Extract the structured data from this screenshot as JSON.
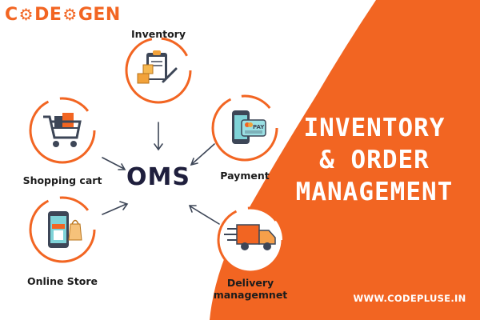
{
  "brand": {
    "logo_text_left": "C",
    "logo_text_mid": "DE",
    "logo_text_right": "GEN",
    "color": "#f26522"
  },
  "diagram": {
    "center_label": "OMS",
    "nodes": [
      {
        "label": "Inventory",
        "icon": "inventory-clipboard-icon"
      },
      {
        "label": "Shopping cart",
        "icon": "shopping-cart-icon"
      },
      {
        "label": "Payment",
        "icon": "payment-phone-icon"
      },
      {
        "label": "Online Store",
        "icon": "online-store-phone-icon"
      },
      {
        "label_line1": "Delivery",
        "label_line2": "managemnet",
        "icon": "delivery-truck-icon"
      }
    ],
    "payment_badge": "PAY"
  },
  "banner": {
    "line1": "INVENTORY",
    "line2": "& ORDER",
    "line3": "MANAGEMENT",
    "url": "WWW.CODEPLUSE.IN",
    "color": "#f26522"
  }
}
